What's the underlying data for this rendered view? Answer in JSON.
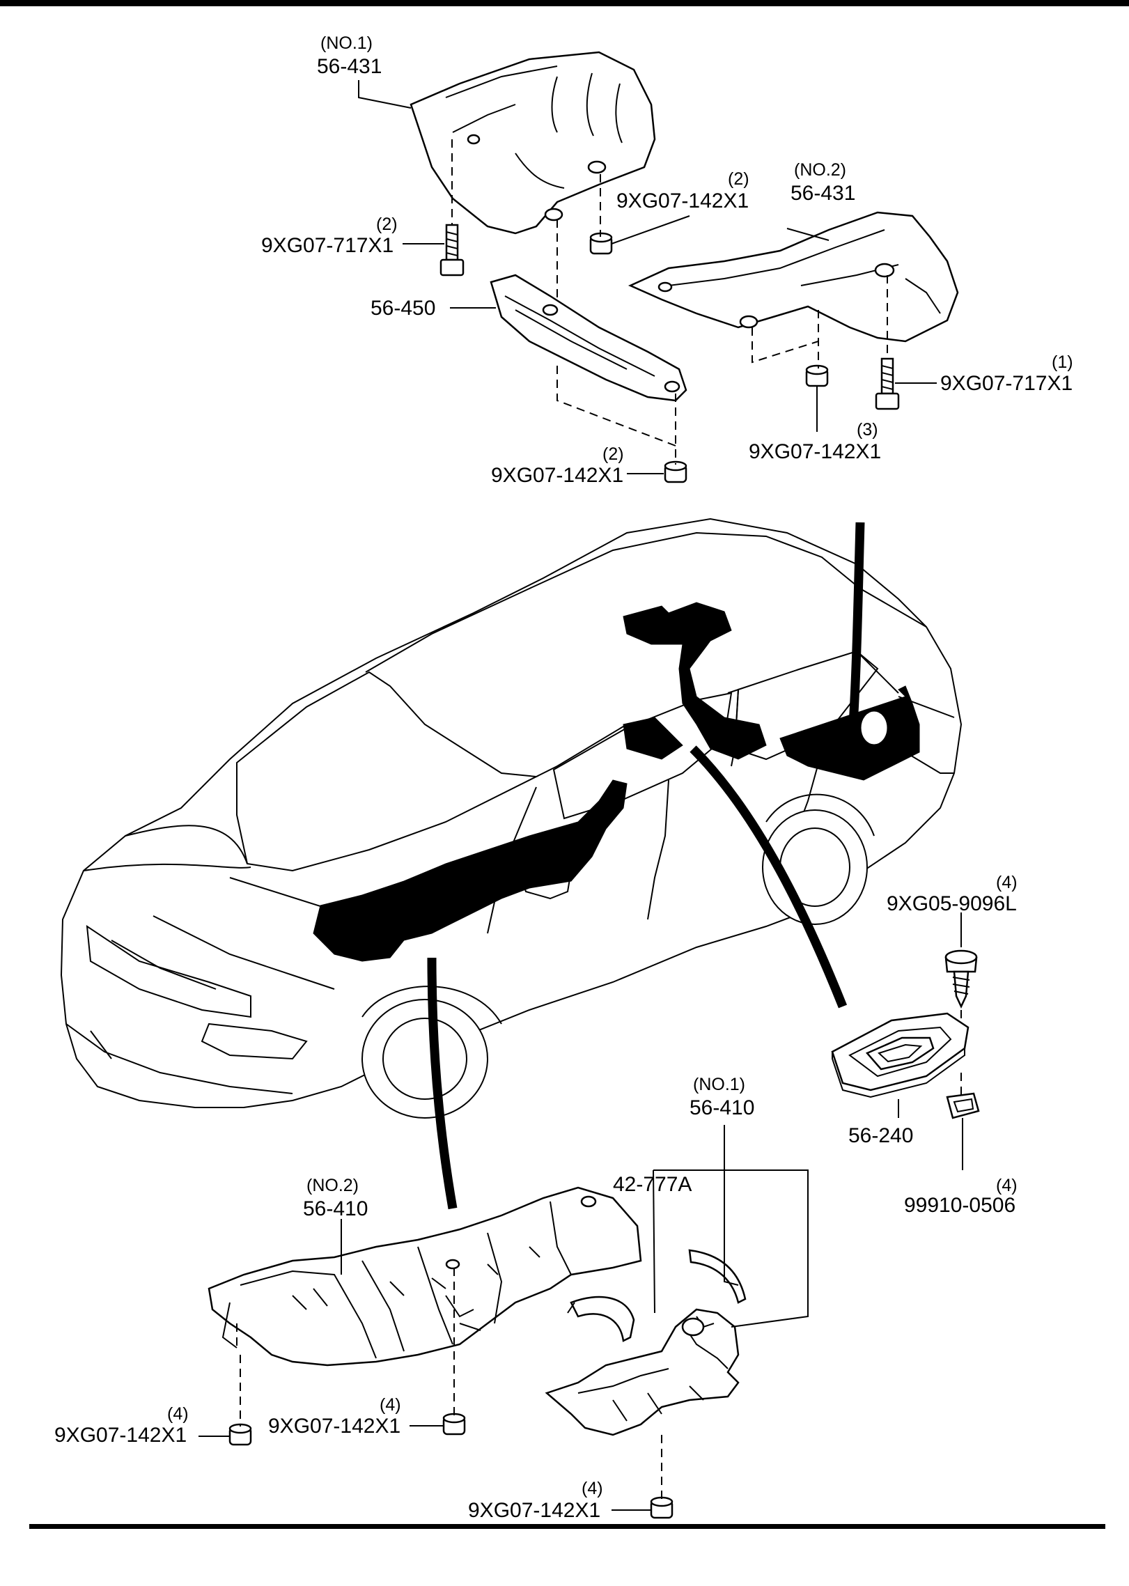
{
  "labels": {
    "upper_no1_heat_insulator": {
      "qualifier": "(NO.1)",
      "part_no": "56-431"
    },
    "upper_no2_heat_insulator": {
      "qualifier": "(NO.2)",
      "part_no": "56-431"
    },
    "upper_bracket": {
      "part_no": "56-450"
    },
    "upper_nut_right_of_no1": {
      "qty": "(2)",
      "part_no": "9XG07-142X1"
    },
    "upper_bolt_left": {
      "qty": "(2)",
      "part_no": "9XG07-717X1"
    },
    "upper_bolt_right": {
      "qty": "(1)",
      "part_no": "9XG07-717X1"
    },
    "upper_nut_no2": {
      "qty": "(3)",
      "part_no": "9XG07-142X1"
    },
    "upper_nut_bracket": {
      "qty": "(2)",
      "part_no": "9XG07-142X1"
    },
    "screw_right": {
      "qty": "(4)",
      "part_no": "9XG05-9096L"
    },
    "grommet_plate": {
      "part_no": "56-240"
    },
    "clip_right": {
      "qty": "(4)",
      "part_no": "99910-0506"
    },
    "lower_no1_heat_insulator": {
      "qualifier": "(NO.1)",
      "part_no": "56-410"
    },
    "lower_band": {
      "part_no": "42-777A"
    },
    "lower_no2_heat_insulator": {
      "qualifier": "(NO.2)",
      "part_no": "56-410"
    },
    "lower_nut_left": {
      "qty": "(4)",
      "part_no": "9XG07-142X1"
    },
    "lower_nut_middle": {
      "qty": "(4)",
      "part_no": "9XG07-142X1"
    },
    "lower_nut_bottom": {
      "qty": "(4)",
      "part_no": "9XG07-142X1"
    }
  }
}
